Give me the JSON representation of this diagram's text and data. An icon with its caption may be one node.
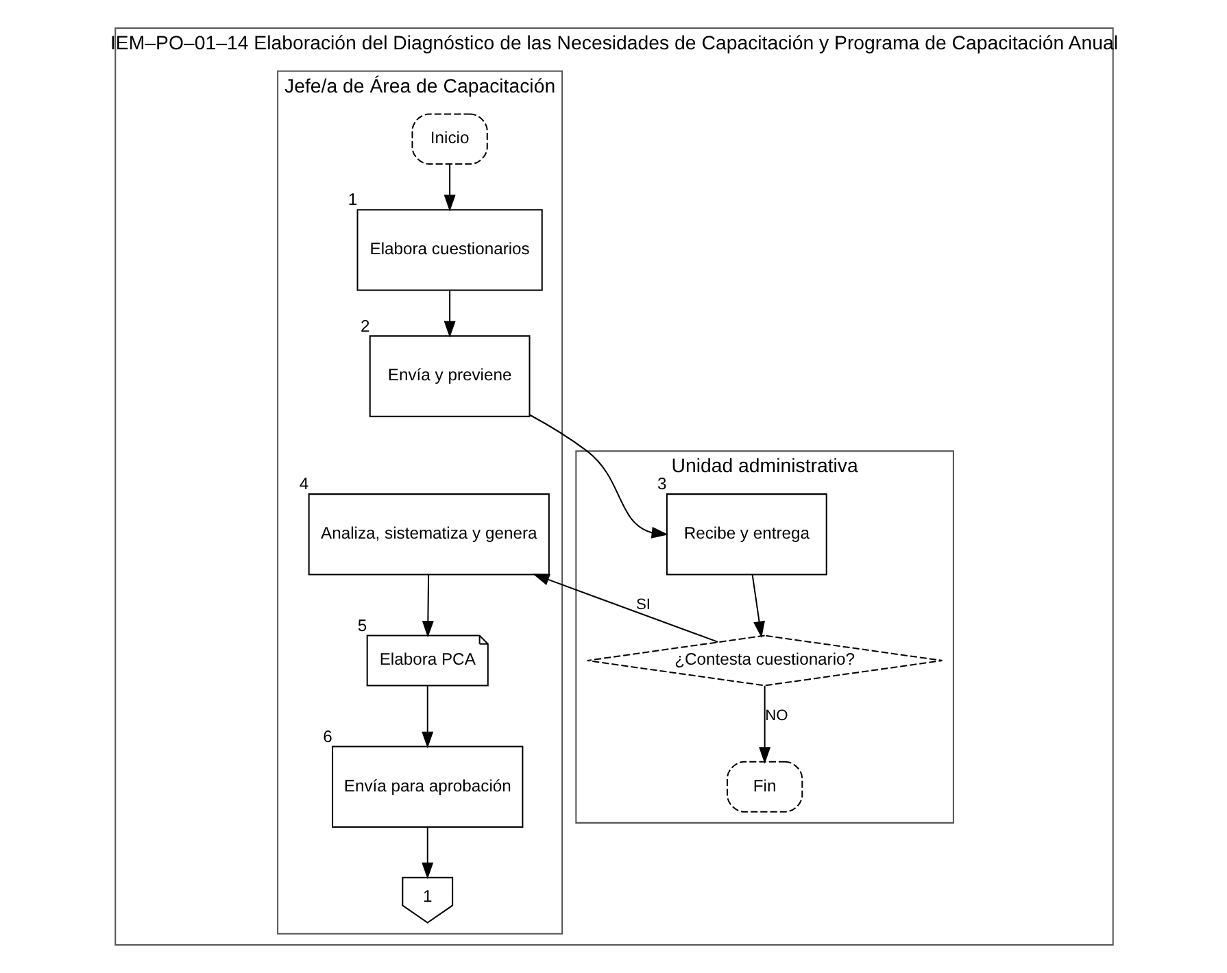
{
  "diagram": {
    "nodes": [
      {
        "text": [
          "IEM–PO–01–14 Elaboración del Diagnóstico de las Necesidades de Capacitación y Programa de Capacitación Anual"
        ]
      },
      {
        "text": [
          "Jefe/a de Área de Capacitación"
        ],
        "in": 0
      },
      {
        "text": [
          "Unidad administrativa"
        ],
        "in": 0
      },
      {
        "text": [
          "Inicio"
        ],
        "in": 1
      },
      {
        "text": [
          "Elabora cuestionarios"
        ],
        "beside": [
          "1"
        ],
        "in": 1
      },
      {
        "text": [
          "Envía y previene"
        ],
        "beside": [
          "2"
        ],
        "in": 1
      },
      {
        "text": [
          "Recibe y entrega"
        ],
        "beside": [
          "3"
        ],
        "in": 2
      },
      {
        "text": [
          "¿Contesta cuestionario?"
        ],
        "in": 2
      },
      {
        "text": [
          "Analiza, sistematiza y genera"
        ],
        "beside": [
          "4"
        ],
        "in": 1
      },
      {
        "text": [
          "Elabora PCA"
        ],
        "beside": [
          "5"
        ],
        "in": 1
      },
      {
        "text": [
          "Fin"
        ],
        "in": 2
      },
      {
        "text": [
          "Envía para aprobación"
        ],
        "beside": [
          "6"
        ],
        "in": 1
      },
      {
        "text": [
          "1"
        ],
        "in": 1
      }
    ],
    "edges": [
      {
        "from": 3,
        "to": 4,
        "arrow": "to"
      },
      {
        "from": 4,
        "to": 5,
        "arrow": "to"
      },
      {
        "from": 5,
        "to": 6,
        "arrow": "to"
      },
      {
        "from": 6,
        "to": 7,
        "arrow": "to"
      },
      {
        "from": 7,
        "to": 8,
        "label": "SI",
        "arrow": "to"
      },
      {
        "from": 8,
        "to": 9,
        "arrow": "to"
      },
      {
        "from": 9,
        "to": 11,
        "arrow": "to"
      },
      {
        "from": 7,
        "to": 10,
        "label": "NO",
        "arrow": "to"
      },
      {
        "from": 11,
        "to": 12,
        "arrow": "to"
      }
    ]
  }
}
